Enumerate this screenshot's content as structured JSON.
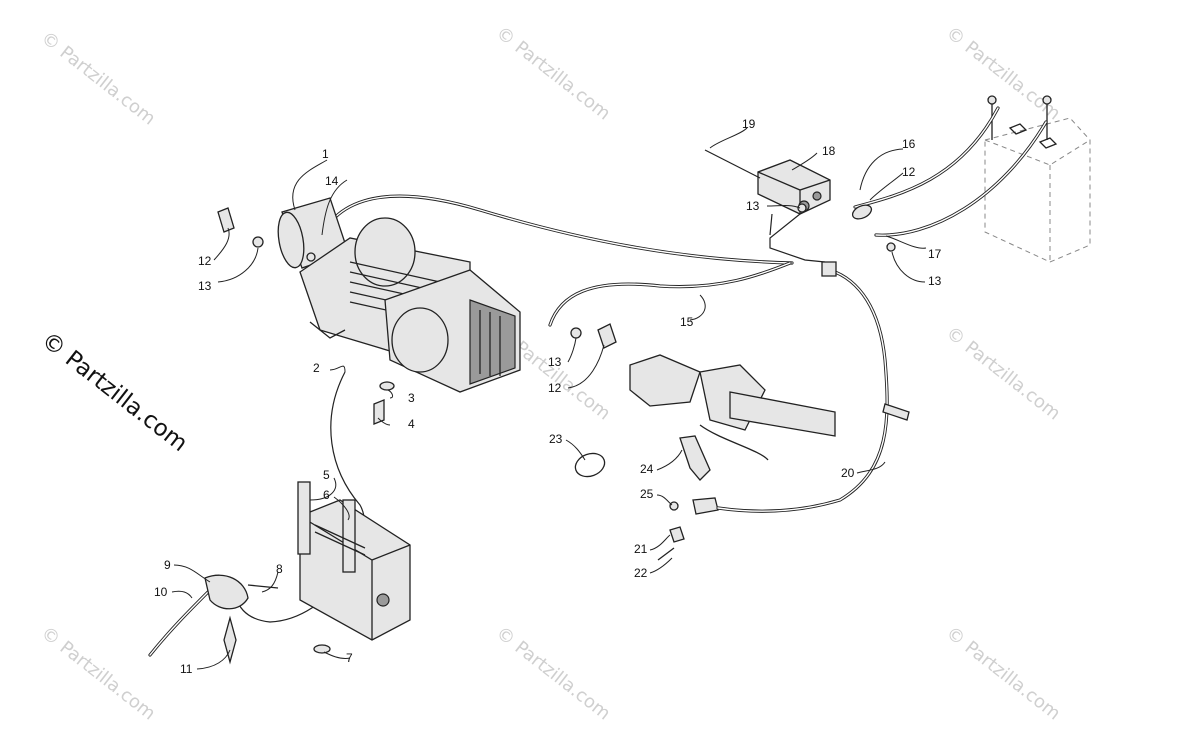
{
  "watermark": {
    "text": "© Partzilla.com",
    "main_text": "© Partzilla.com"
  },
  "callouts": {
    "c1": "1",
    "c2": "2",
    "c3": "3",
    "c4": "4",
    "c5": "5",
    "c6": "6",
    "c7": "7",
    "c8": "8",
    "c9": "9",
    "c10": "10",
    "c11": "11",
    "c12a": "12",
    "c12b": "12",
    "c12c": "12",
    "c13a": "13",
    "c13b": "13",
    "c13c": "13",
    "c13d": "13",
    "c14": "14",
    "c15": "15",
    "c16": "16",
    "c17": "17",
    "c18": "18",
    "c19": "19",
    "c20": "20",
    "c21": "21",
    "c22": "22",
    "c23": "23",
    "c24": "24",
    "c25": "25"
  }
}
